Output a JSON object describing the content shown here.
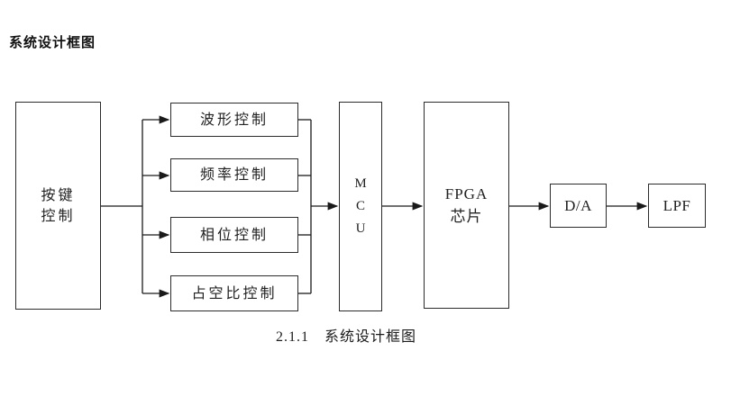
{
  "page": {
    "title": "系统设计框图",
    "caption": "2.1.1　系统设计框图"
  },
  "diagram": {
    "keypad_label": "按键\n控制",
    "controls": [
      "波形控制",
      "频率控制",
      "相位控制",
      "占空比控制"
    ],
    "mcu_label": "M\nC\nU",
    "fpga_label": "FPGA\n芯片",
    "da_label": "D/A",
    "lpf_label": "LPF",
    "line_color": "#1a1a1a",
    "background": "#ffffff"
  }
}
